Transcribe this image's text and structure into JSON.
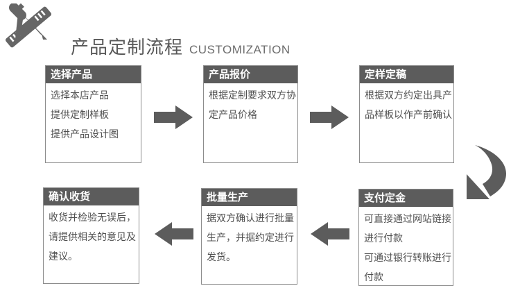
{
  "header": {
    "logo_icon": "drafting-tools-icon",
    "title_zh": "产品定制流程",
    "title_en": "CUSTOMIZATION"
  },
  "colors": {
    "accent_gray": "#5c5c5c",
    "border_gray": "#8c8c8c",
    "body_text_gray": "#4f4f4f",
    "title_gray": "#595959",
    "header_text": "#ffffff"
  },
  "flow": {
    "boxes": [
      {
        "id": "select-product",
        "title": "选择产品",
        "lines": [
          "选择本店产品",
          "提供定制样板",
          "提供产品设计图"
        ]
      },
      {
        "id": "product-quote",
        "title": "产品报价",
        "lines": [
          "根据定制要求双方协",
          "定产品价格"
        ]
      },
      {
        "id": "finalize-sample",
        "title": "定样定稿",
        "lines": [
          "根据双方约定出具产",
          "品样板以作产前确认"
        ]
      },
      {
        "id": "pay-deposit",
        "title": "支付定金",
        "lines": [
          "可直接通过网站链接",
          "进行付款",
          "可通过银行转账进行",
          "付款"
        ]
      },
      {
        "id": "mass-production",
        "title": "批量生产",
        "lines": [
          "据双方确认进行批量",
          "生产，并据约定进行",
          "发货。"
        ]
      },
      {
        "id": "confirm-receipt",
        "title": "确认收货",
        "lines": [
          "收货并检验无误后，",
          "请提供相关的意见及",
          "建议。"
        ]
      }
    ],
    "arrows": [
      "arrow-right-icon",
      "arrow-right-icon",
      "curved-down-arrow-icon",
      "arrow-left-icon",
      "arrow-left-icon"
    ]
  }
}
